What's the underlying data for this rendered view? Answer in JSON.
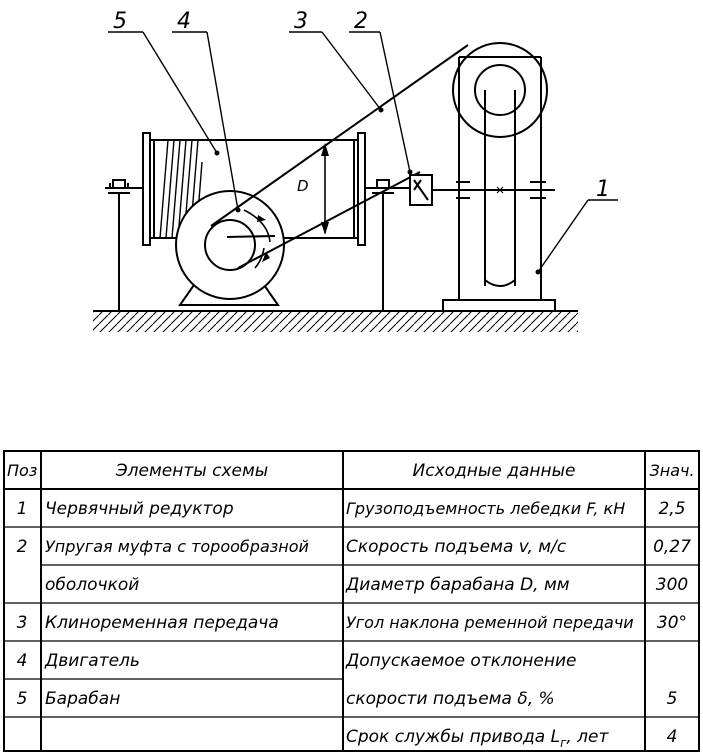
{
  "callouts": [
    "5",
    "4",
    "3",
    "2",
    "1"
  ],
  "table": {
    "headers": {
      "pos": "Поз",
      "elements": "Элементы схемы",
      "data": "Исходные данные",
      "value": "Знач."
    },
    "rows": [
      {
        "pos": "1",
        "element": "Червячный редуктор",
        "param": "Грузоподъемность лебедки F, кН",
        "value": "2,5"
      },
      {
        "pos": "2",
        "element": "Упругая муфта с торообразной",
        "param": "Скорость подъема v, м/с",
        "value": "0,27"
      },
      {
        "pos": "",
        "element": "оболочкой",
        "param": "Диаметр барабана  D, мм",
        "value": "300"
      },
      {
        "pos": "3",
        "element": "Клиноременная передача",
        "param": "Угол наклона ременной передачи",
        "value": "30°"
      },
      {
        "pos": "4",
        "element": "Двигатель",
        "param": "Допускаемое отклонение",
        "value": ""
      },
      {
        "pos": "5",
        "element": "Барабан",
        "param": "скорости подъема δ, %",
        "value": "5"
      },
      {
        "pos": "",
        "element": "",
        "param": "Срок службы привода L",
        "param_sub": "г",
        "param_tail": ",  лет",
        "value": "4"
      }
    ]
  },
  "drawing_marks": {
    "drum_diameter_letter": "D"
  }
}
